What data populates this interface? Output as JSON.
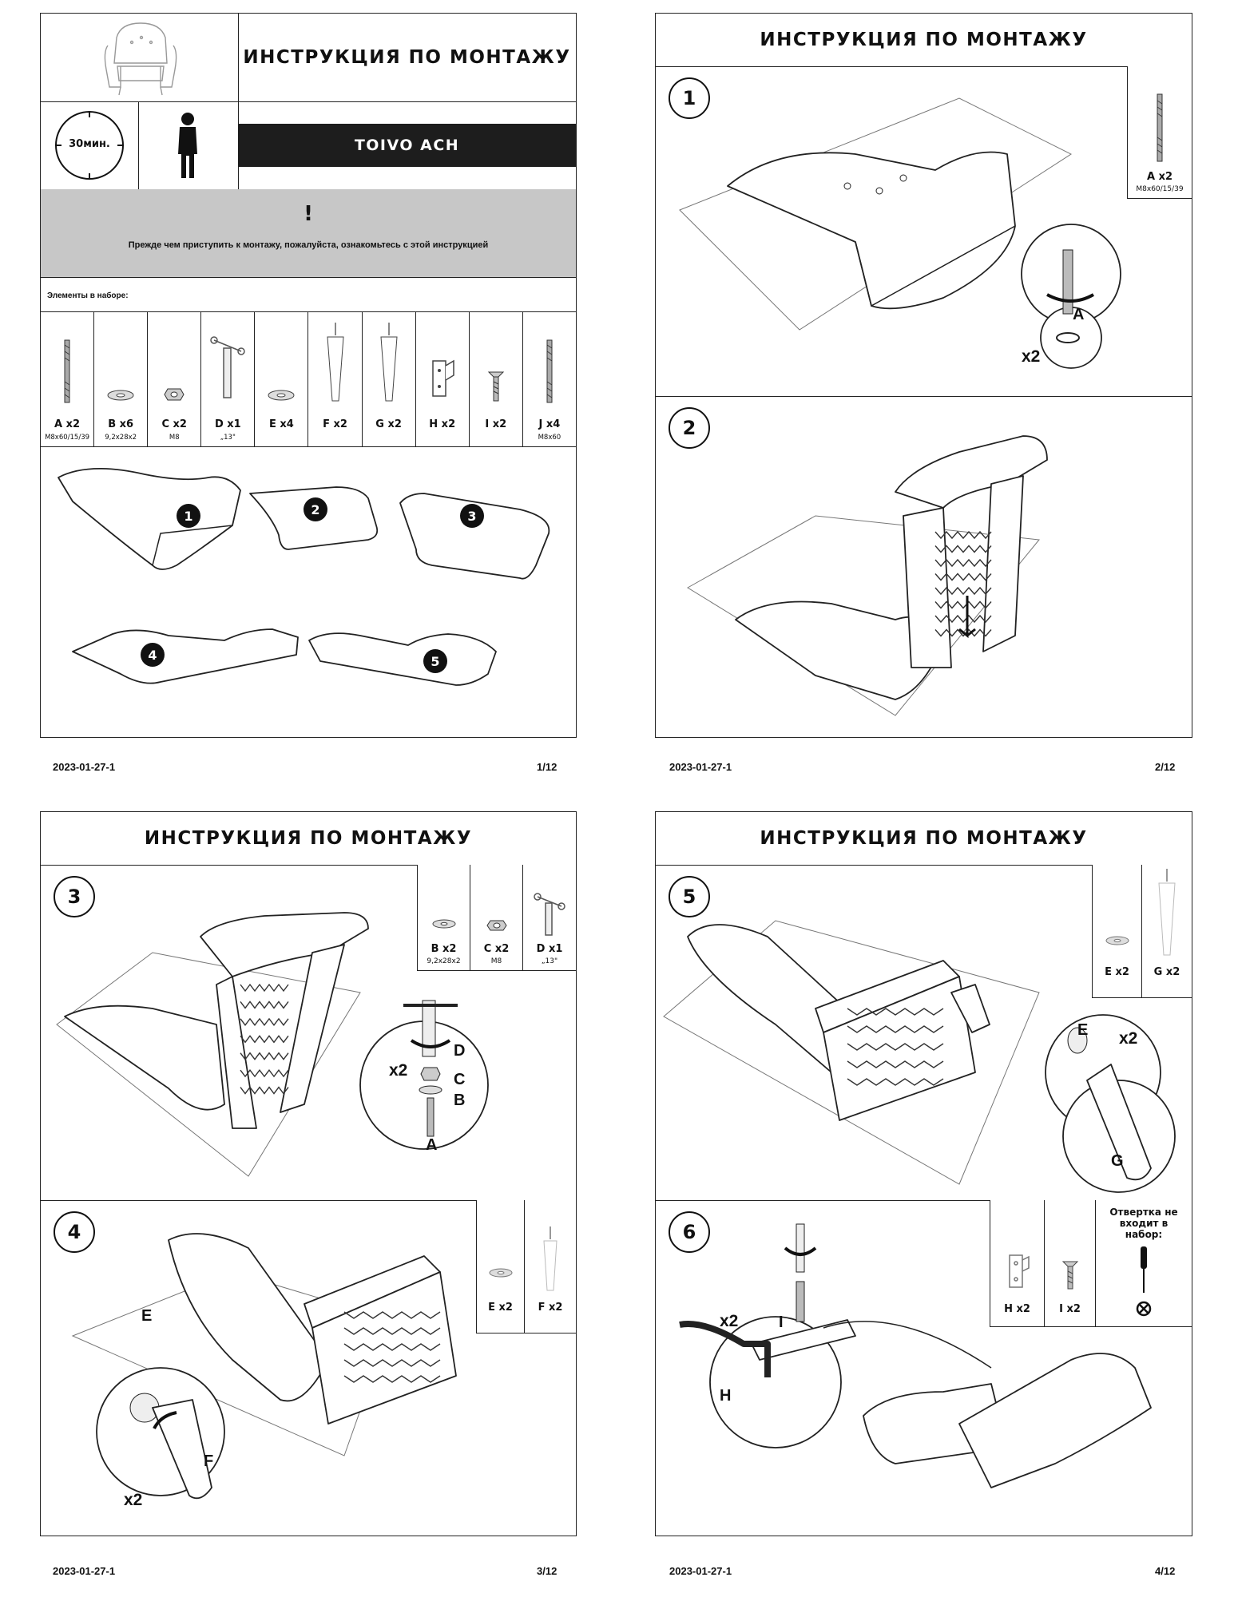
{
  "doc_title": "ИНСТРУКЦИЯ ПО МОНТАЖУ",
  "product_name": "TOIVO ACH",
  "time_label": "30мин.",
  "warning_mark": "!",
  "warning_text": "Прежде чем приступить к монтажу, пожалуйста, ознакомьтесь с этой инструкцией",
  "kit_heading": "Элементы в наборе:",
  "kit_items": [
    {
      "label": "A x2",
      "sub": "M8x60/15/39",
      "icon": "bolt-icon"
    },
    {
      "label": "B x6",
      "sub": "9,2x28x2",
      "icon": "washer-icon"
    },
    {
      "label": "C x2",
      "sub": "M8",
      "icon": "nut-icon"
    },
    {
      "label": "D x1",
      "sub": "„13\"",
      "icon": "wrench-icon"
    },
    {
      "label": "E x4",
      "sub": "",
      "icon": "washer-icon"
    },
    {
      "label": "F x2",
      "sub": "",
      "icon": "leg-icon"
    },
    {
      "label": "G x2",
      "sub": "",
      "icon": "leg-icon"
    },
    {
      "label": "H x2",
      "sub": "",
      "icon": "bracket-icon"
    },
    {
      "label": "I x2",
      "sub": "",
      "icon": "screw-icon"
    },
    {
      "label": "J x4",
      "sub": "M8x60",
      "icon": "bolt-icon"
    }
  ],
  "overview_parts": [
    "1",
    "2",
    "3",
    "4",
    "5"
  ],
  "footer_code": "2023-01-27-1",
  "page_numbers": [
    "1/12",
    "2/12",
    "3/12",
    "4/12"
  ],
  "steps": [
    {
      "num": "1",
      "parts": [
        {
          "label": "A x2",
          "sub": "M8x60/15/39"
        }
      ],
      "callouts": [
        "A",
        "x2"
      ]
    },
    {
      "num": "2",
      "parts": [],
      "callouts": []
    },
    {
      "num": "3",
      "parts": [
        {
          "label": "B x2",
          "sub": "9,2x28x2"
        },
        {
          "label": "C x2",
          "sub": "M8"
        },
        {
          "label": "D x1",
          "sub": "„13\""
        }
      ],
      "callouts": [
        "D",
        "C",
        "B",
        "A",
        "x2"
      ]
    },
    {
      "num": "4",
      "parts": [
        {
          "label": "E x2",
          "sub": ""
        },
        {
          "label": "F x2",
          "sub": ""
        }
      ],
      "callouts": [
        "E",
        "F",
        "x2"
      ]
    },
    {
      "num": "5",
      "parts": [
        {
          "label": "E x2",
          "sub": ""
        },
        {
          "label": "G x2",
          "sub": ""
        }
      ],
      "callouts": [
        "E",
        "G",
        "x2"
      ]
    },
    {
      "num": "6",
      "parts": [
        {
          "label": "H x2",
          "sub": ""
        },
        {
          "label": "I x2",
          "sub": ""
        }
      ],
      "callouts": [
        "x2",
        "I",
        "H"
      ],
      "tool_note": "Отвертка не входит в набор:"
    }
  ]
}
